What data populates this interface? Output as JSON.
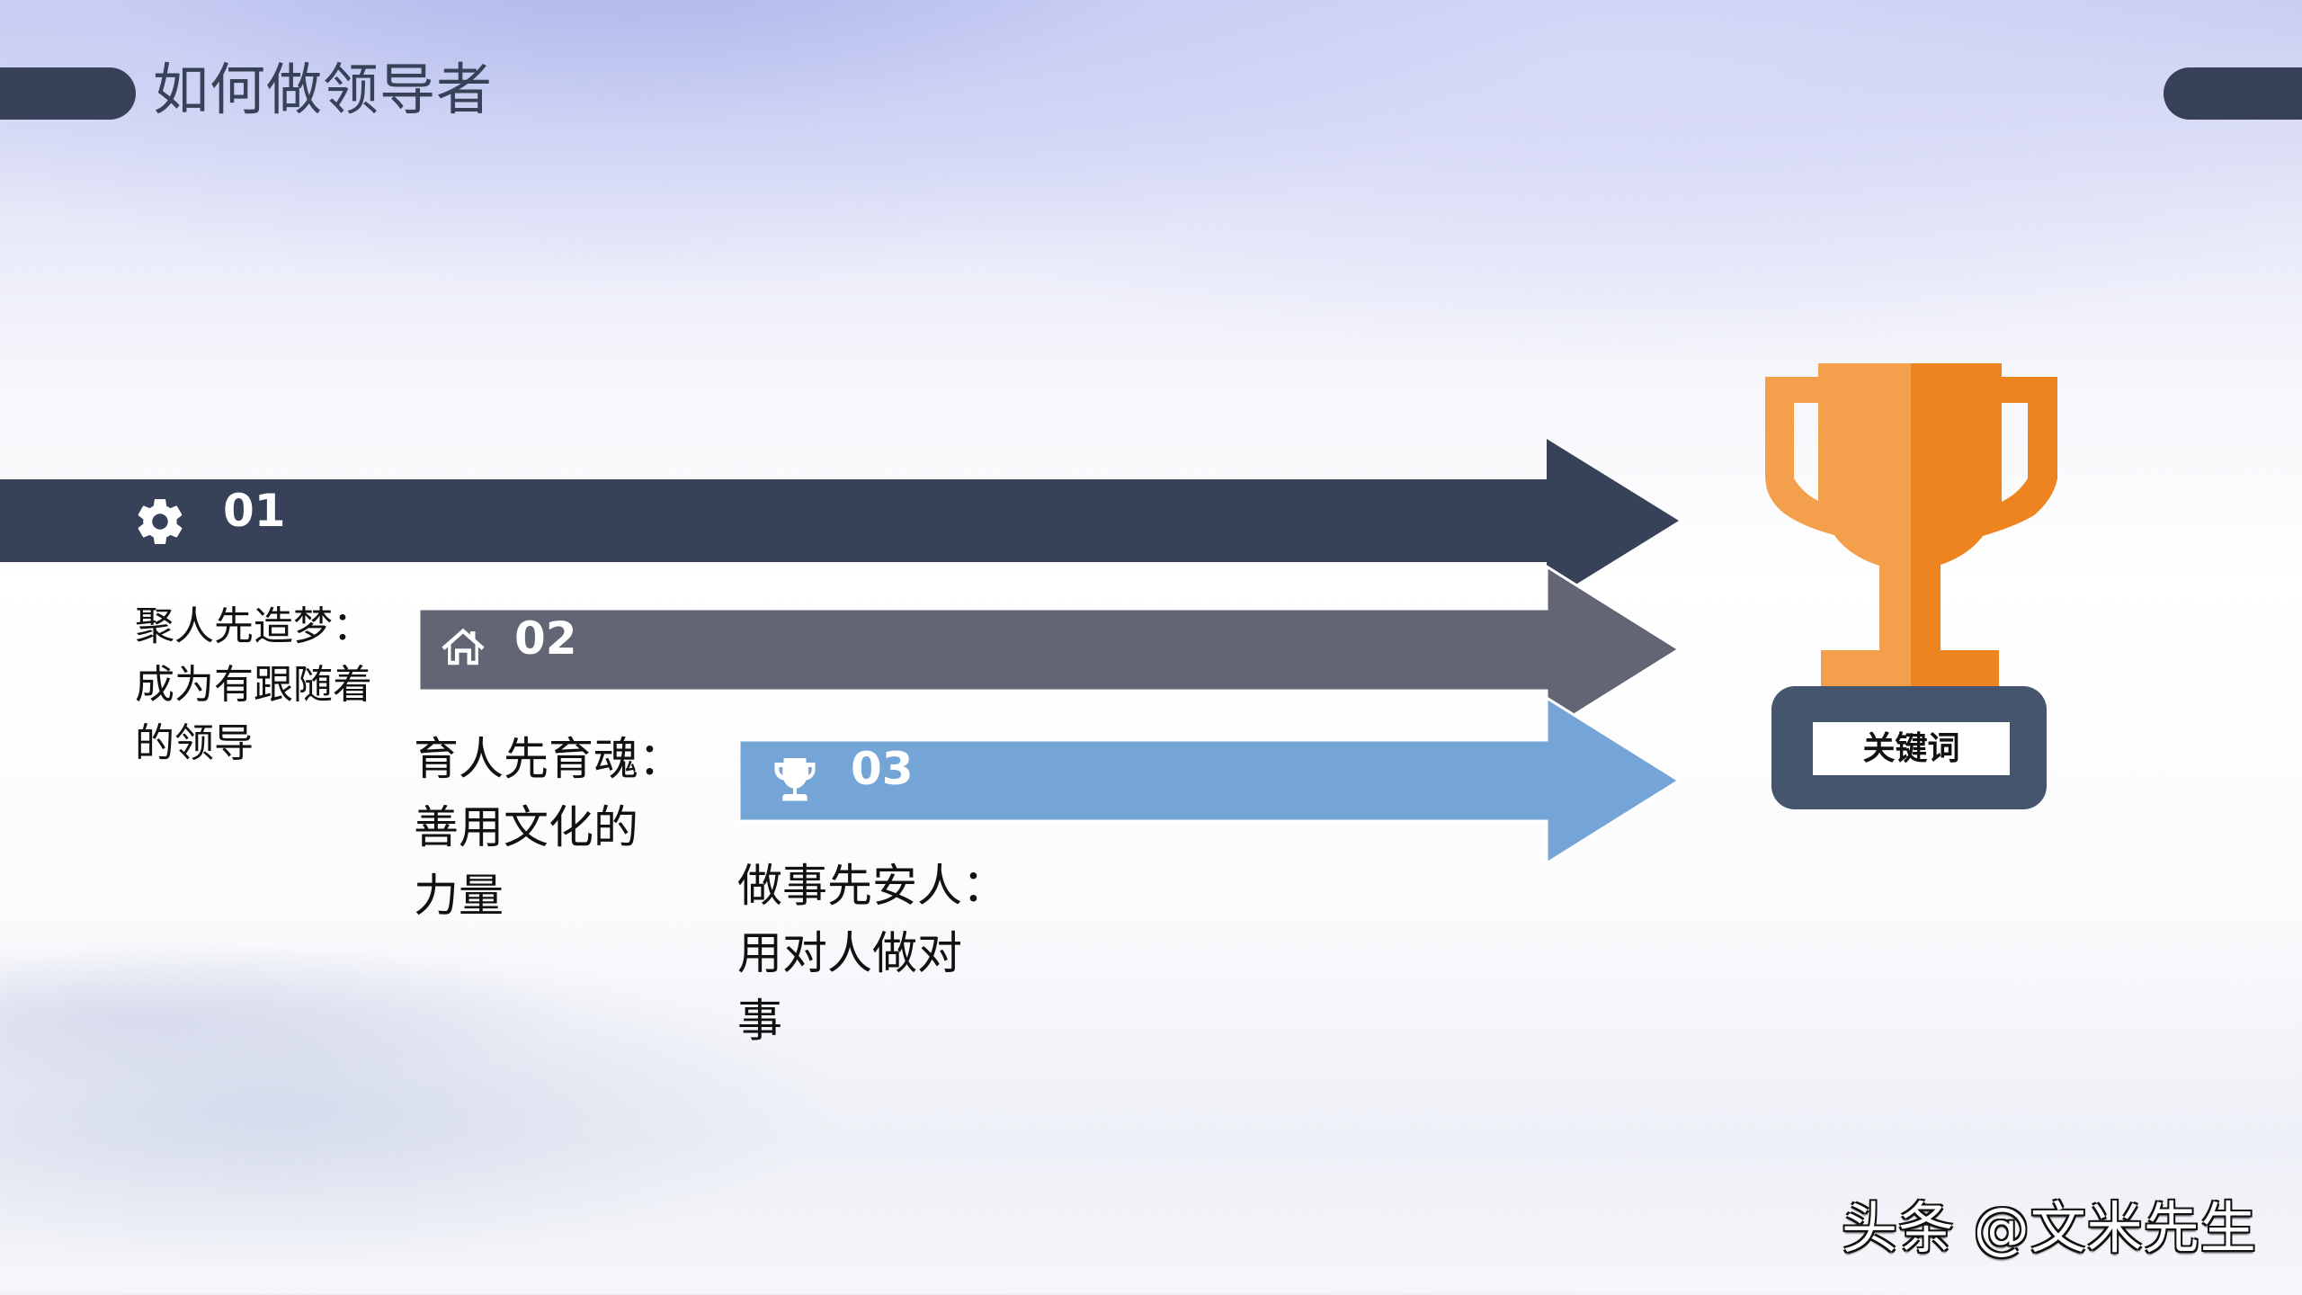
{
  "header": {
    "title": "如何做领导者"
  },
  "colors": {
    "dark_navy": "#374259",
    "slate_gray": "#626574",
    "sky_blue": "#75a5d6",
    "trophy_orange_light": "#f39f4b",
    "trophy_orange_dark": "#ee841f",
    "trophy_base": "#45556d"
  },
  "steps": [
    {
      "number": "01",
      "icon": "gear-icon",
      "lines": [
        "聚人先造梦：",
        "成为有跟随着",
        "的领导"
      ]
    },
    {
      "number": "02",
      "icon": "home-icon",
      "lines": [
        "育人先育魂：",
        "善用文化的",
        "力量"
      ]
    },
    {
      "number": "03",
      "icon": "trophy-icon",
      "lines": [
        "做事先安人：",
        "用对人做对",
        "事"
      ]
    }
  ],
  "trophy": {
    "label": "关键词"
  },
  "watermark": {
    "text": "头条 @文米先生"
  }
}
